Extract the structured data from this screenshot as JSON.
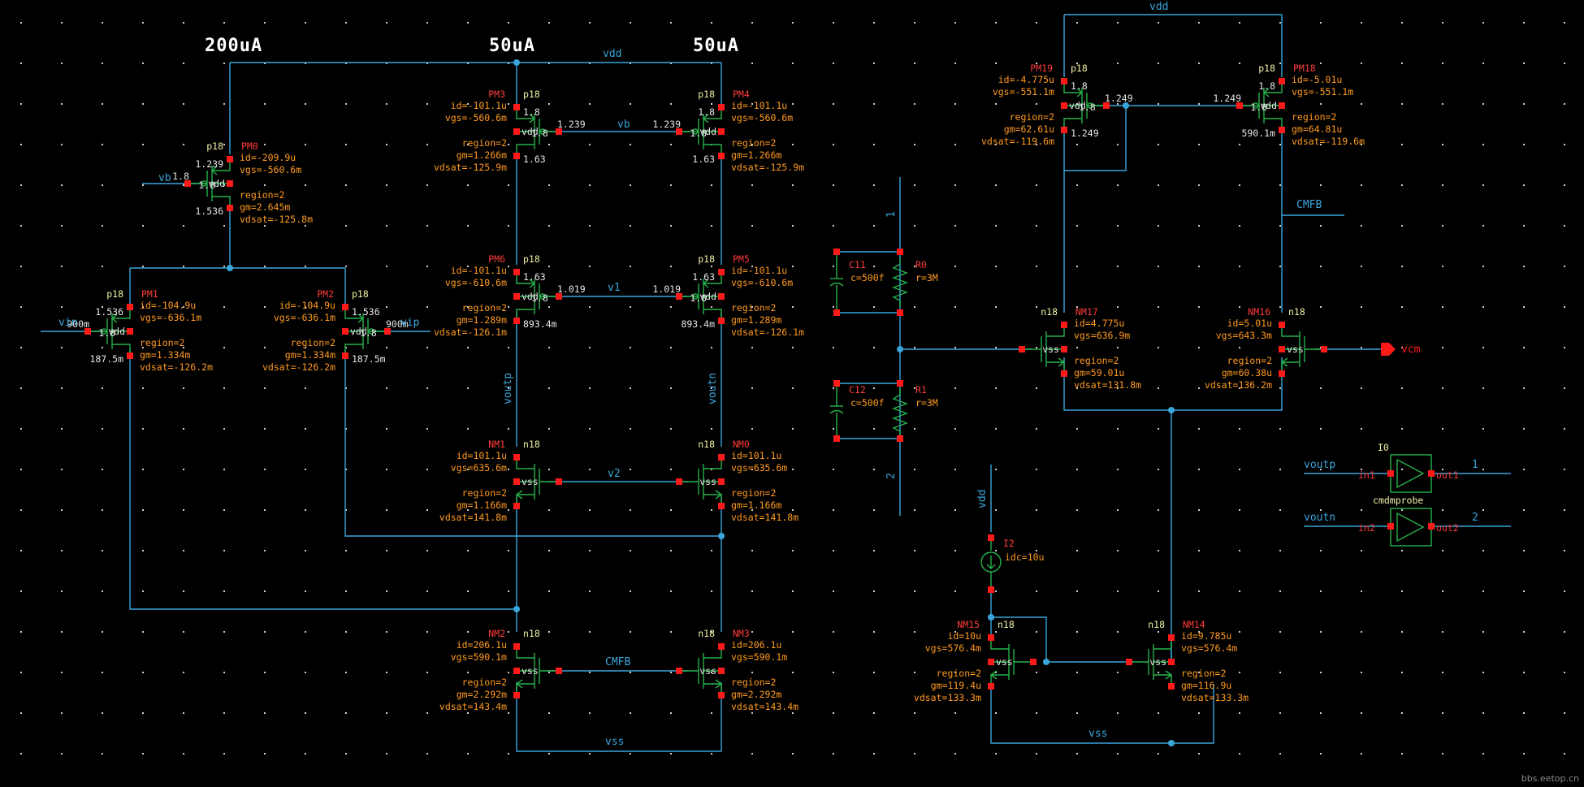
{
  "titles": [
    "200uA",
    "50uA",
    "50uA"
  ],
  "watermark": "bbs.eetop.cn",
  "nets": [
    {
      "id": "vdd_top",
      "t": "vdd"
    },
    {
      "id": "vdd_right",
      "t": "vdd"
    },
    {
      "id": "vb_mid",
      "t": "vb"
    },
    {
      "id": "vb_left",
      "t": "vb"
    },
    {
      "id": "v1",
      "t": "v1"
    },
    {
      "id": "v2",
      "t": "v2"
    },
    {
      "id": "cmfb_bot",
      "t": "CMFB"
    },
    {
      "id": "cmfb_right",
      "t": "CMFB"
    },
    {
      "id": "vss_bot",
      "t": "vss"
    },
    {
      "id": "vss_bias",
      "t": "vss"
    },
    {
      "id": "vin",
      "t": "vin"
    },
    {
      "id": "vip",
      "t": "vip"
    },
    {
      "id": "voutp",
      "t": "voutp"
    },
    {
      "id": "voutn",
      "t": "voutn"
    },
    {
      "id": "vcm",
      "t": "vcm"
    },
    {
      "id": "vdd_i2",
      "t": "vdd"
    },
    {
      "id": "pin1",
      "t": "1"
    },
    {
      "id": "pin2",
      "t": "2"
    },
    {
      "id": "probe_in_p",
      "t": "voutp"
    },
    {
      "id": "probe_in_n",
      "t": "voutn"
    },
    {
      "id": "probe_out1",
      "t": "1"
    },
    {
      "id": "probe_out2",
      "t": "2"
    }
  ],
  "devices": [
    {
      "id": "PM0",
      "name": "PM0",
      "model": "p18",
      "labels": [
        "id=-209.9u",
        "vgs=-560.6m",
        "region=2",
        "gm=2.645m",
        "vdsat=-125.8m"
      ],
      "nodes": [
        "1.239",
        "1.8",
        "1.8",
        "1.536"
      ]
    },
    {
      "id": "PM1",
      "name": "PM1",
      "model": "p18",
      "labels": [
        "id=-104.9u",
        "vgs=-636.1m",
        "region=2",
        "gm=1.334m",
        "vdsat=-126.2m"
      ],
      "nodes": [
        "1.536",
        "900m",
        "1.8",
        "187.5m"
      ]
    },
    {
      "id": "PM2",
      "name": "PM2",
      "model": "p18",
      "labels": [
        "id=-104.9u",
        "vgs=-636.1m",
        "region=2",
        "gm=1.334m",
        "vdsat=-126.2m"
      ],
      "nodes": [
        "1.536",
        "900m",
        "1.8",
        "187.5m"
      ]
    },
    {
      "id": "PM3",
      "name": "PM3",
      "model": "p18",
      "labels": [
        "id=-101.1u",
        "vgs=-560.6m",
        "region=2",
        "gm=1.266m",
        "vdsat=-125.9m"
      ],
      "nodes": [
        "1.8",
        "1.239",
        "1.8",
        "1.63"
      ]
    },
    {
      "id": "PM4",
      "name": "PM4",
      "model": "p18",
      "labels": [
        "id=-101.1u",
        "vgs=-560.6m",
        "region=2",
        "gm=1.266m",
        "vdsat=-125.9m"
      ],
      "nodes": [
        "1.8",
        "1.239",
        "1.8",
        "1.63"
      ]
    },
    {
      "id": "PM6",
      "name": "PM6",
      "model": "p18",
      "labels": [
        "id=-101.1u",
        "vgs=-610.6m",
        "region=2",
        "gm=1.289m",
        "vdsat=-126.1m"
      ],
      "nodes": [
        "1.63",
        "1.019",
        "1.8",
        "893.4m"
      ]
    },
    {
      "id": "PM5",
      "name": "PM5",
      "model": "p18",
      "labels": [
        "id=-101.1u",
        "vgs=-610.6m",
        "region=2",
        "gm=1.289m",
        "vdsat=-126.1m"
      ],
      "nodes": [
        "1.63",
        "1.019",
        "1.8",
        "893.4m"
      ]
    },
    {
      "id": "NM1",
      "name": "NM1",
      "model": "n18",
      "labels": [
        "id=101.1u",
        "vgs=635.6m",
        "region=2",
        "gm=1.166m",
        "vdsat=141.8m"
      ],
      "nodes": []
    },
    {
      "id": "NM0",
      "name": "NM0",
      "model": "n18",
      "labels": [
        "id=101.1u",
        "vgs=635.6m",
        "region=2",
        "gm=1.166m",
        "vdsat=141.8m"
      ],
      "nodes": []
    },
    {
      "id": "NM2",
      "name": "NM2",
      "model": "n18",
      "labels": [
        "id=206.1u",
        "vgs=590.1m",
        "region=2",
        "gm=2.292m",
        "vdsat=143.4m"
      ],
      "nodes": []
    },
    {
      "id": "NM3",
      "name": "NM3",
      "model": "n18",
      "labels": [
        "id=206.1u",
        "vgs=590.1m",
        "region=2",
        "gm=2.292m",
        "vdsat=143.4m"
      ],
      "nodes": []
    },
    {
      "id": "PM19",
      "name": "PM19",
      "model": "p18",
      "labels": [
        "id=-4.775u",
        "vgs=-551.1m",
        "region=2",
        "gm=62.61u",
        "vdsat=-119.6m"
      ],
      "nodes": [
        "1.8",
        "1.249",
        "1.8",
        "1.249"
      ]
    },
    {
      "id": "PM18",
      "name": "PM18",
      "model": "p18",
      "labels": [
        "id=-5.01u",
        "vgs=-551.1m",
        "region=2",
        "gm=64.81u",
        "vdsat=-119.6m"
      ],
      "nodes": [
        "1.8",
        "1.249",
        "1.8",
        "590.1m"
      ]
    },
    {
      "id": "NM17",
      "name": "NM17",
      "model": "n18",
      "labels": [
        "id=4.775u",
        "vgs=636.9m",
        "region=2",
        "gm=59.01u",
        "vdsat=131.8m"
      ],
      "nodes": []
    },
    {
      "id": "NM16",
      "name": "NM16",
      "model": "n18",
      "labels": [
        "id=5.01u",
        "vgs=643.3m",
        "region=2",
        "gm=60.38u",
        "vdsat=136.2m"
      ],
      "nodes": []
    },
    {
      "id": "NM15",
      "name": "NM15",
      "model": "n18",
      "labels": [
        "id=10u",
        "vgs=576.4m",
        "region=2",
        "gm=119.4u",
        "vdsat=133.3m"
      ],
      "nodes": []
    },
    {
      "id": "NM14",
      "name": "NM14",
      "model": "n18",
      "labels": [
        "id=9.785u",
        "vgs=576.4m",
        "region=2",
        "gm=116.9u",
        "vdsat=133.3m"
      ],
      "nodes": []
    }
  ],
  "passives": [
    {
      "id": "C11",
      "name": "C11",
      "value": "c=500f"
    },
    {
      "id": "C12",
      "name": "C12",
      "value": "c=500f"
    },
    {
      "id": "R0",
      "name": "R0",
      "value": "r=3M"
    },
    {
      "id": "R1",
      "name": "R1",
      "value": "r=3M"
    },
    {
      "id": "I2",
      "name": "I2",
      "value": "idc=10u"
    }
  ],
  "probe": {
    "instance": "I0",
    "cell": "cmdmprobe",
    "pins": [
      "in1",
      "out1",
      "in2",
      "out2"
    ]
  },
  "terminal_word": "vdd",
  "terminal_word_n": "vss",
  "colors": {
    "wire": "#3aa6dc",
    "device": "#26b24a",
    "pin": "#ff1a1a",
    "param": "#ff9a20",
    "background": "#000000"
  }
}
